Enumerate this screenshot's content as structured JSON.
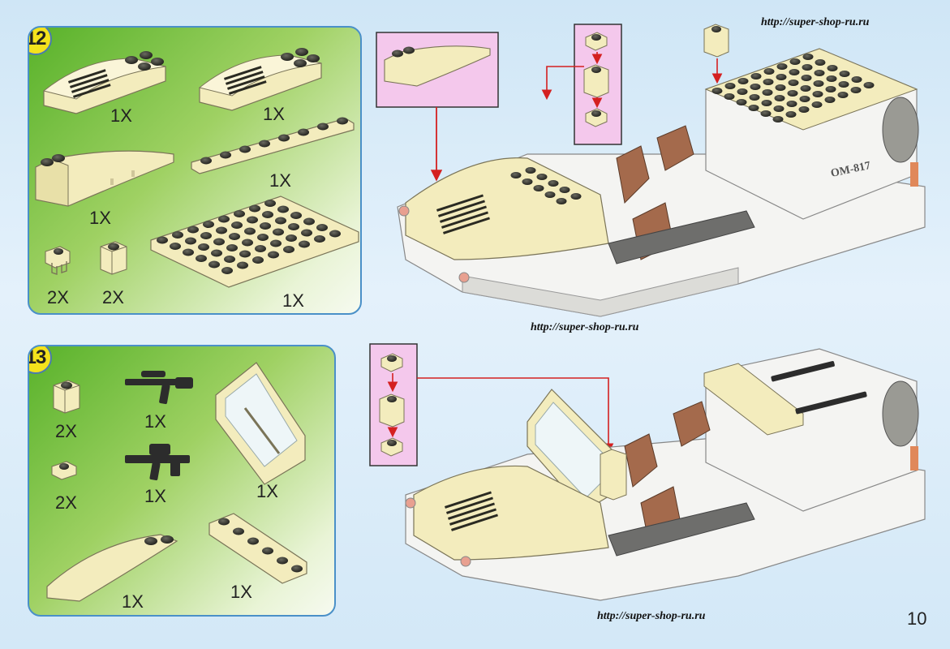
{
  "watermark": {
    "top": "http://super-shop-ru.ru",
    "middle": "http://super-shop-ru.ru",
    "bottom": "http://super-shop-ru.ru"
  },
  "page_number": "10",
  "steps": [
    {
      "number": "12",
      "parts": [
        {
          "name": "curved-slope-grille",
          "qty": "1X"
        },
        {
          "name": "curved-slope-grille",
          "qty": "1X"
        },
        {
          "name": "curved-wedge",
          "qty": "1X"
        },
        {
          "name": "plate-1x8",
          "qty": "1X"
        },
        {
          "name": "clip-brick",
          "qty": "2X"
        },
        {
          "name": "brick-1x1",
          "qty": "2X"
        },
        {
          "name": "plate-6x8",
          "qty": "1X"
        }
      ],
      "model_label": "OM-817"
    },
    {
      "number": "13",
      "parts": [
        {
          "name": "brick-1x1",
          "qty": "2X"
        },
        {
          "name": "sniper-rifle",
          "qty": "1X"
        },
        {
          "name": "windscreen",
          "qty": "1X"
        },
        {
          "name": "assault-rifle",
          "qty": "1X"
        },
        {
          "name": "clip-plate",
          "qty": "2X"
        },
        {
          "name": "curved-wedge",
          "qty": "1X"
        },
        {
          "name": "plate-2x6-holes",
          "qty": "1X"
        }
      ]
    }
  ],
  "colors": {
    "tan": "#f3ecbd",
    "white": "#f4f4f2",
    "brown": "#a46a4c",
    "gray": "#8a8a8a",
    "black": "#222222",
    "callout": "#f4c8ec",
    "arrow": "#d42020",
    "badge": "#f4e21c"
  }
}
